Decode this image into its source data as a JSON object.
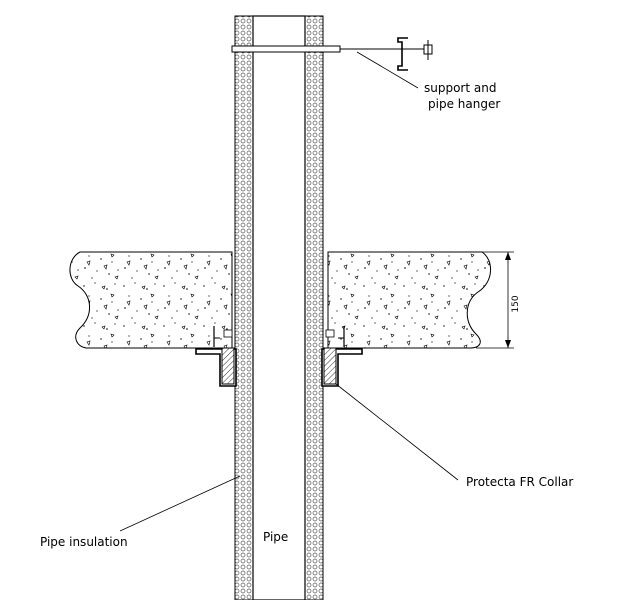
{
  "labels": {
    "support": "support and",
    "support_line2": "pipe hanger",
    "collar": "Protecta FR Collar",
    "insulation": "Pipe insulation",
    "pipe": "Pipe",
    "dimension": "150"
  },
  "colors": {
    "line": "#000000",
    "background": "#ffffff",
    "insulation_dot": "#555555",
    "collar_hatch": "#333333"
  }
}
